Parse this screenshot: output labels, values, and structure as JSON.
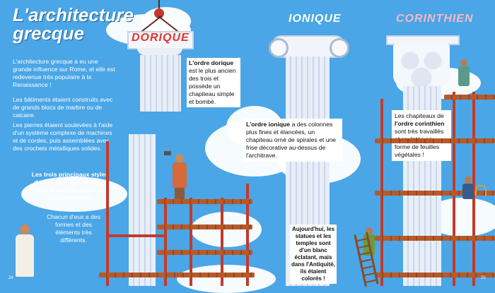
{
  "title": "L'architecture grecque",
  "intro": {
    "p1": "L'architecture grecque a eu une grande influence sur Rome, et elle est redevenue très populaire à la Renaissance !",
    "p2": "Les bâtiments étaient construits avec de grands blocs de marbre ou de calcaire.",
    "p3": "Les pierres étaient soulevées à l'aide d'un système complexe de machines et de cordes, puis assemblées avec des crochets métalliques solides."
  },
  "styles_box": {
    "bold": "Les trois principaux styles de l'architecture grecque sont le dorique, l'ionique et le corinthien.",
    "normal": "Chacun d'eux a des formes et des éléments très différents."
  },
  "doric": {
    "label": "DORIQUE",
    "desc_bold": "L'ordre dorique",
    "desc_rest": "est le plus ancien des trois et possède un chapiteau simple et bombé."
  },
  "ionic": {
    "label": "IONIQUE",
    "desc_bold": "L'ordre ionique",
    "desc_rest": "a des colonnes plus fines et élancées, un chapiteau orné de spirales et une frise décorative au-dessus de l'architrave."
  },
  "corinthian": {
    "label": "CORINTHIEN",
    "desc_pre": "Les chapiteaux de ",
    "desc_bold": "l'ordre corinthien",
    "desc_rest": " sont très travaillés et sculptés en forme de feuilles végétales !"
  },
  "statues_note": "Aujourd'hui, les statues et les temples sont d'un blanc éclatant, mais dans l'Antiquité, ils étaient colorés !",
  "page_left": "24",
  "page_right": "25"
}
